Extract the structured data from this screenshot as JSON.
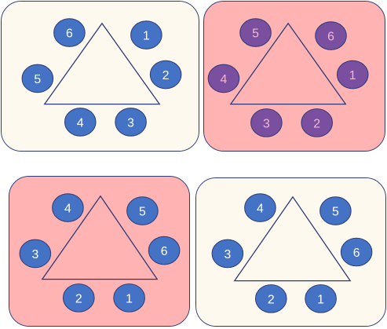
{
  "colors": {
    "cream": "#fef9ee",
    "pink": "#ffb3b3",
    "blue": "#4472c4",
    "purple": "#7a4fa0",
    "outline": "#2b3a75",
    "label_white": "#ffffff",
    "label_pink": "#f2b7d3"
  },
  "panels": [
    {
      "id": "top-left",
      "background": "cream",
      "node_color": "blue",
      "label_color": "label_white",
      "labels": [
        "1",
        "2",
        "3",
        "4",
        "5",
        "6"
      ]
    },
    {
      "id": "top-right",
      "background": "pink",
      "node_color": "purple",
      "label_color": "label_pink",
      "labels": [
        "1",
        "2",
        "3",
        "4",
        "5",
        "6"
      ]
    },
    {
      "id": "bottom-left",
      "background": "pink",
      "node_color": "blue",
      "label_color": "label_white",
      "labels": [
        "1",
        "2",
        "3",
        "4",
        "5",
        "6"
      ]
    },
    {
      "id": "bottom-right",
      "background": "cream",
      "node_color": "blue",
      "label_color": "label_white",
      "labels": [
        "1",
        "2",
        "3",
        "4",
        "5",
        "6"
      ]
    }
  ]
}
